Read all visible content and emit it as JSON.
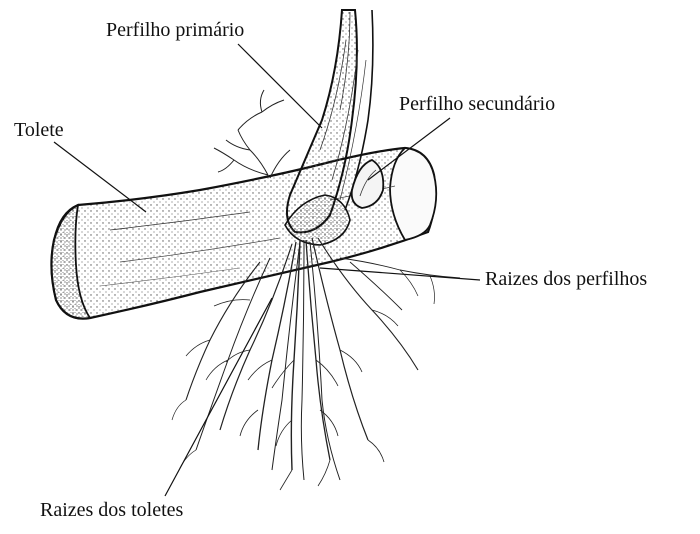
{
  "labels": {
    "primary_tiller": "Perfilho primário",
    "secondary_tiller": "Perfilho secundário",
    "sett": "Tolete",
    "tiller_roots": "Raizes dos perfilhos",
    "sett_roots": "Raizes dos toletes"
  },
  "colors": {
    "ink": "#111111",
    "stipple": "#555555",
    "background": "#ffffff"
  }
}
